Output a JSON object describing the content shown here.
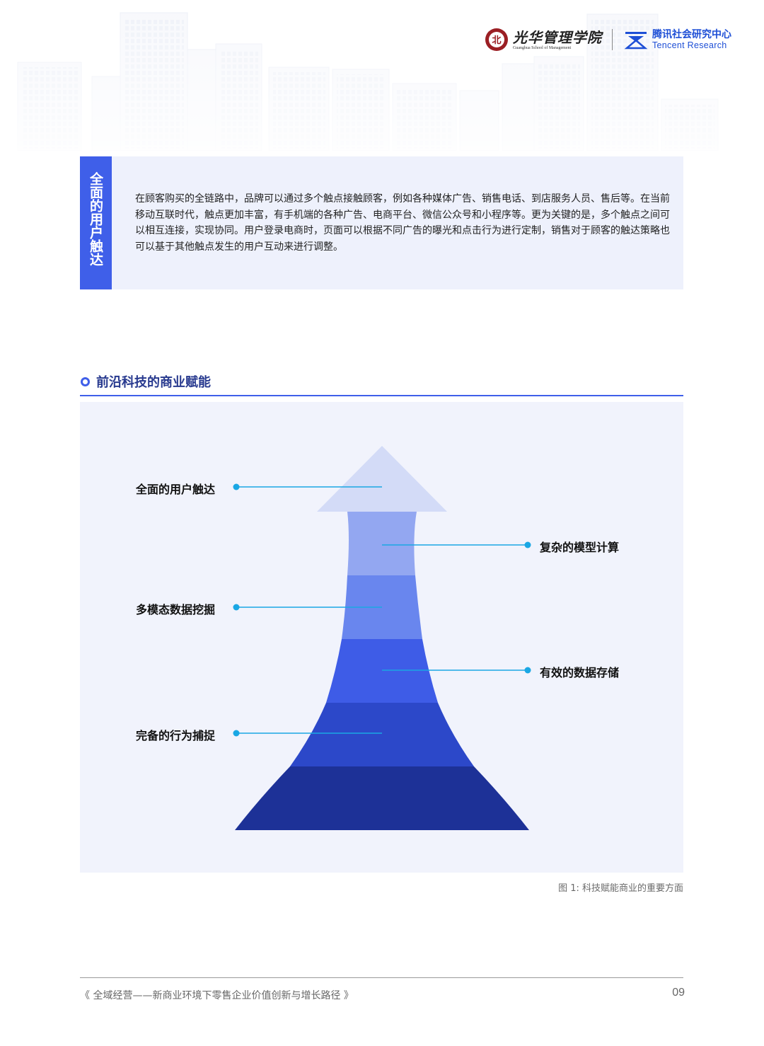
{
  "header": {
    "logo_pku_cn": "光华管理学院",
    "logo_pku_en": "Guanghua School of Management",
    "logo_tencent_cn": "腾讯社会研究中心",
    "logo_tencent_en": "Tencent Research"
  },
  "intro": {
    "title": "全面的用户触达",
    "text": "在顾客购买的全链路中，品牌可以通过多个触点接触顾客，例如各种媒体广告、销售电话、到店服务人员、售后等。在当前移动互联时代，触点更加丰富，有手机端的各种广告、电商平台、微信公众号和小程序等。更为关键的是，多个触点之间可以相互连接，实现协同。用户登录电商时，页面可以根据不同广告的曝光和点击行为进行定制，销售对于顾客的触达策略也可以基于其他触点发生的用户互动来进行调整。"
  },
  "section": {
    "title": "前沿科技的商业赋能"
  },
  "figure": {
    "labels": {
      "full_reach": "全面的用户触达",
      "complex_model": "复杂的模型计算",
      "multimodal": "多模态数据挖掘",
      "storage": "有效的数据存储",
      "behavior": "完备的行为捕捉"
    },
    "caption": "图 1: 科技赋能商业的重要方面",
    "colors": {
      "arrow_head": "#d3dbf7",
      "band_1": "#93a7f1",
      "band_2": "#6986ee",
      "band_3": "#3e5ce7",
      "band_4": "#2c48c9",
      "band_5": "#1d3197",
      "connector": "#1aa7e4"
    }
  },
  "footer": {
    "title": "《 全域经营——新商业环境下零售企业价值创新与增长路径 》",
    "page": "09"
  }
}
